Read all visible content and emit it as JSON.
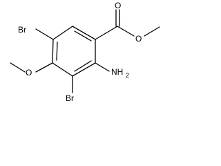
{
  "molecule": {
    "atoms": {
      "br_top": "Br",
      "o_carbonyl": "O",
      "o_ester": "O",
      "o_methoxy": "O",
      "nh": "NH",
      "h2_subscript": "2",
      "br_bottom": "Br"
    }
  }
}
